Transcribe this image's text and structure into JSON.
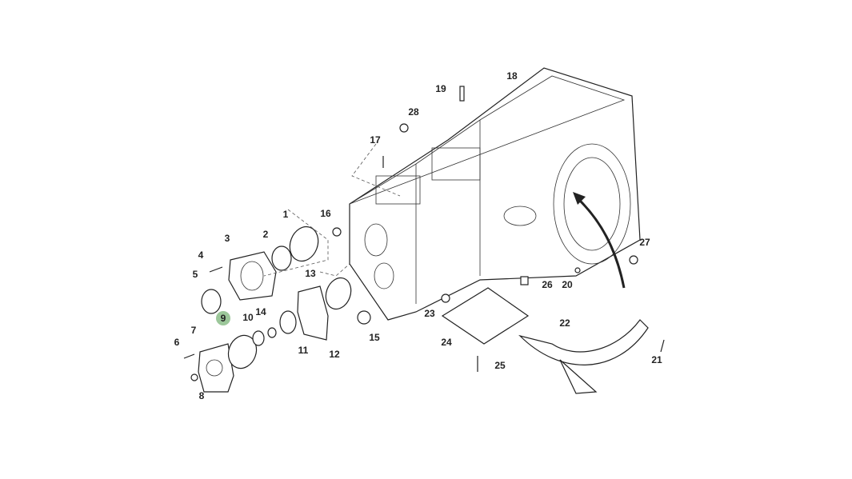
{
  "diagram": {
    "labels": [
      "1",
      "2",
      "3",
      "4",
      "5",
      "6",
      "7",
      "8",
      "9",
      "10",
      "11",
      "12",
      "13",
      "14",
      "15",
      "16",
      "17",
      "18",
      "19",
      "20",
      "21",
      "22",
      "23",
      "24",
      "25",
      "26",
      "27",
      "28"
    ],
    "highlighted_label": "9",
    "highlight_color": "#9cc79a"
  }
}
